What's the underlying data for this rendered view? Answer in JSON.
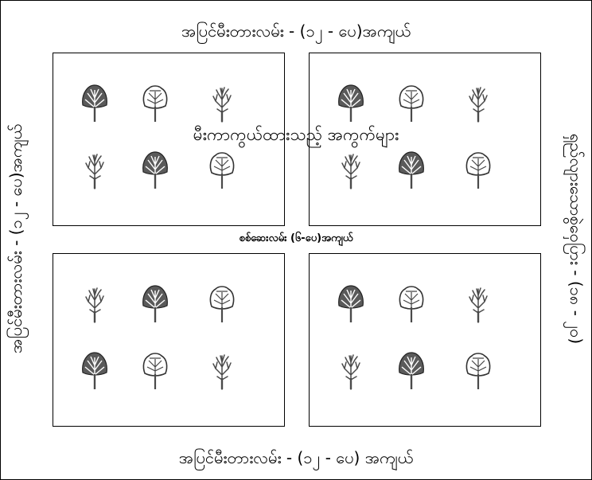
{
  "labels": {
    "top": "အပြင်မီးတားလမ်း -   (၁၂ - ပေ)အကျယ်",
    "bottom": "အပြင်မီးတားလမ်း - (၁၂ - ပေ) အကျယ်",
    "left": "အပြင်မီးတားလမ်း  -   (၁၂ - ပေ)အကျယ်",
    "right": "ရှည်လျားသောစွဲဝှေပြား - (၁၈ - ၂၀)",
    "middle": "စစ်ဆေးလမ်း (၆-ပေ)အကျယ်",
    "center": "မီးကာကွယ်ထားသည့် အကွက်များ"
  },
  "plots": [
    {
      "name": "plot-top-left",
      "rows": [
        [
          "dark",
          "light",
          "bare"
        ],
        [
          "bare",
          "dark",
          "light"
        ]
      ]
    },
    {
      "name": "plot-top-right",
      "rows": [
        [
          "dark",
          "light",
          "bare"
        ],
        [
          "bare",
          "dark",
          "light"
        ]
      ]
    },
    {
      "name": "plot-bottom-left",
      "rows": [
        [
          "bare",
          "dark",
          "light"
        ],
        [
          "dark",
          "light",
          "bare"
        ]
      ]
    },
    {
      "name": "plot-bottom-right",
      "rows": [
        [
          "dark",
          "light",
          "bare"
        ],
        [
          "bare",
          "dark",
          "light"
        ]
      ]
    }
  ],
  "icons": {
    "dark": "dark-leafy-tree-icon",
    "light": "light-leafy-tree-icon",
    "bare": "bare-tree-icon"
  },
  "colors": {
    "border": "#000000",
    "dark_canopy": "#5a5a5a",
    "light_canopy": "#ffffff",
    "trunk": "#4a4a4a"
  }
}
